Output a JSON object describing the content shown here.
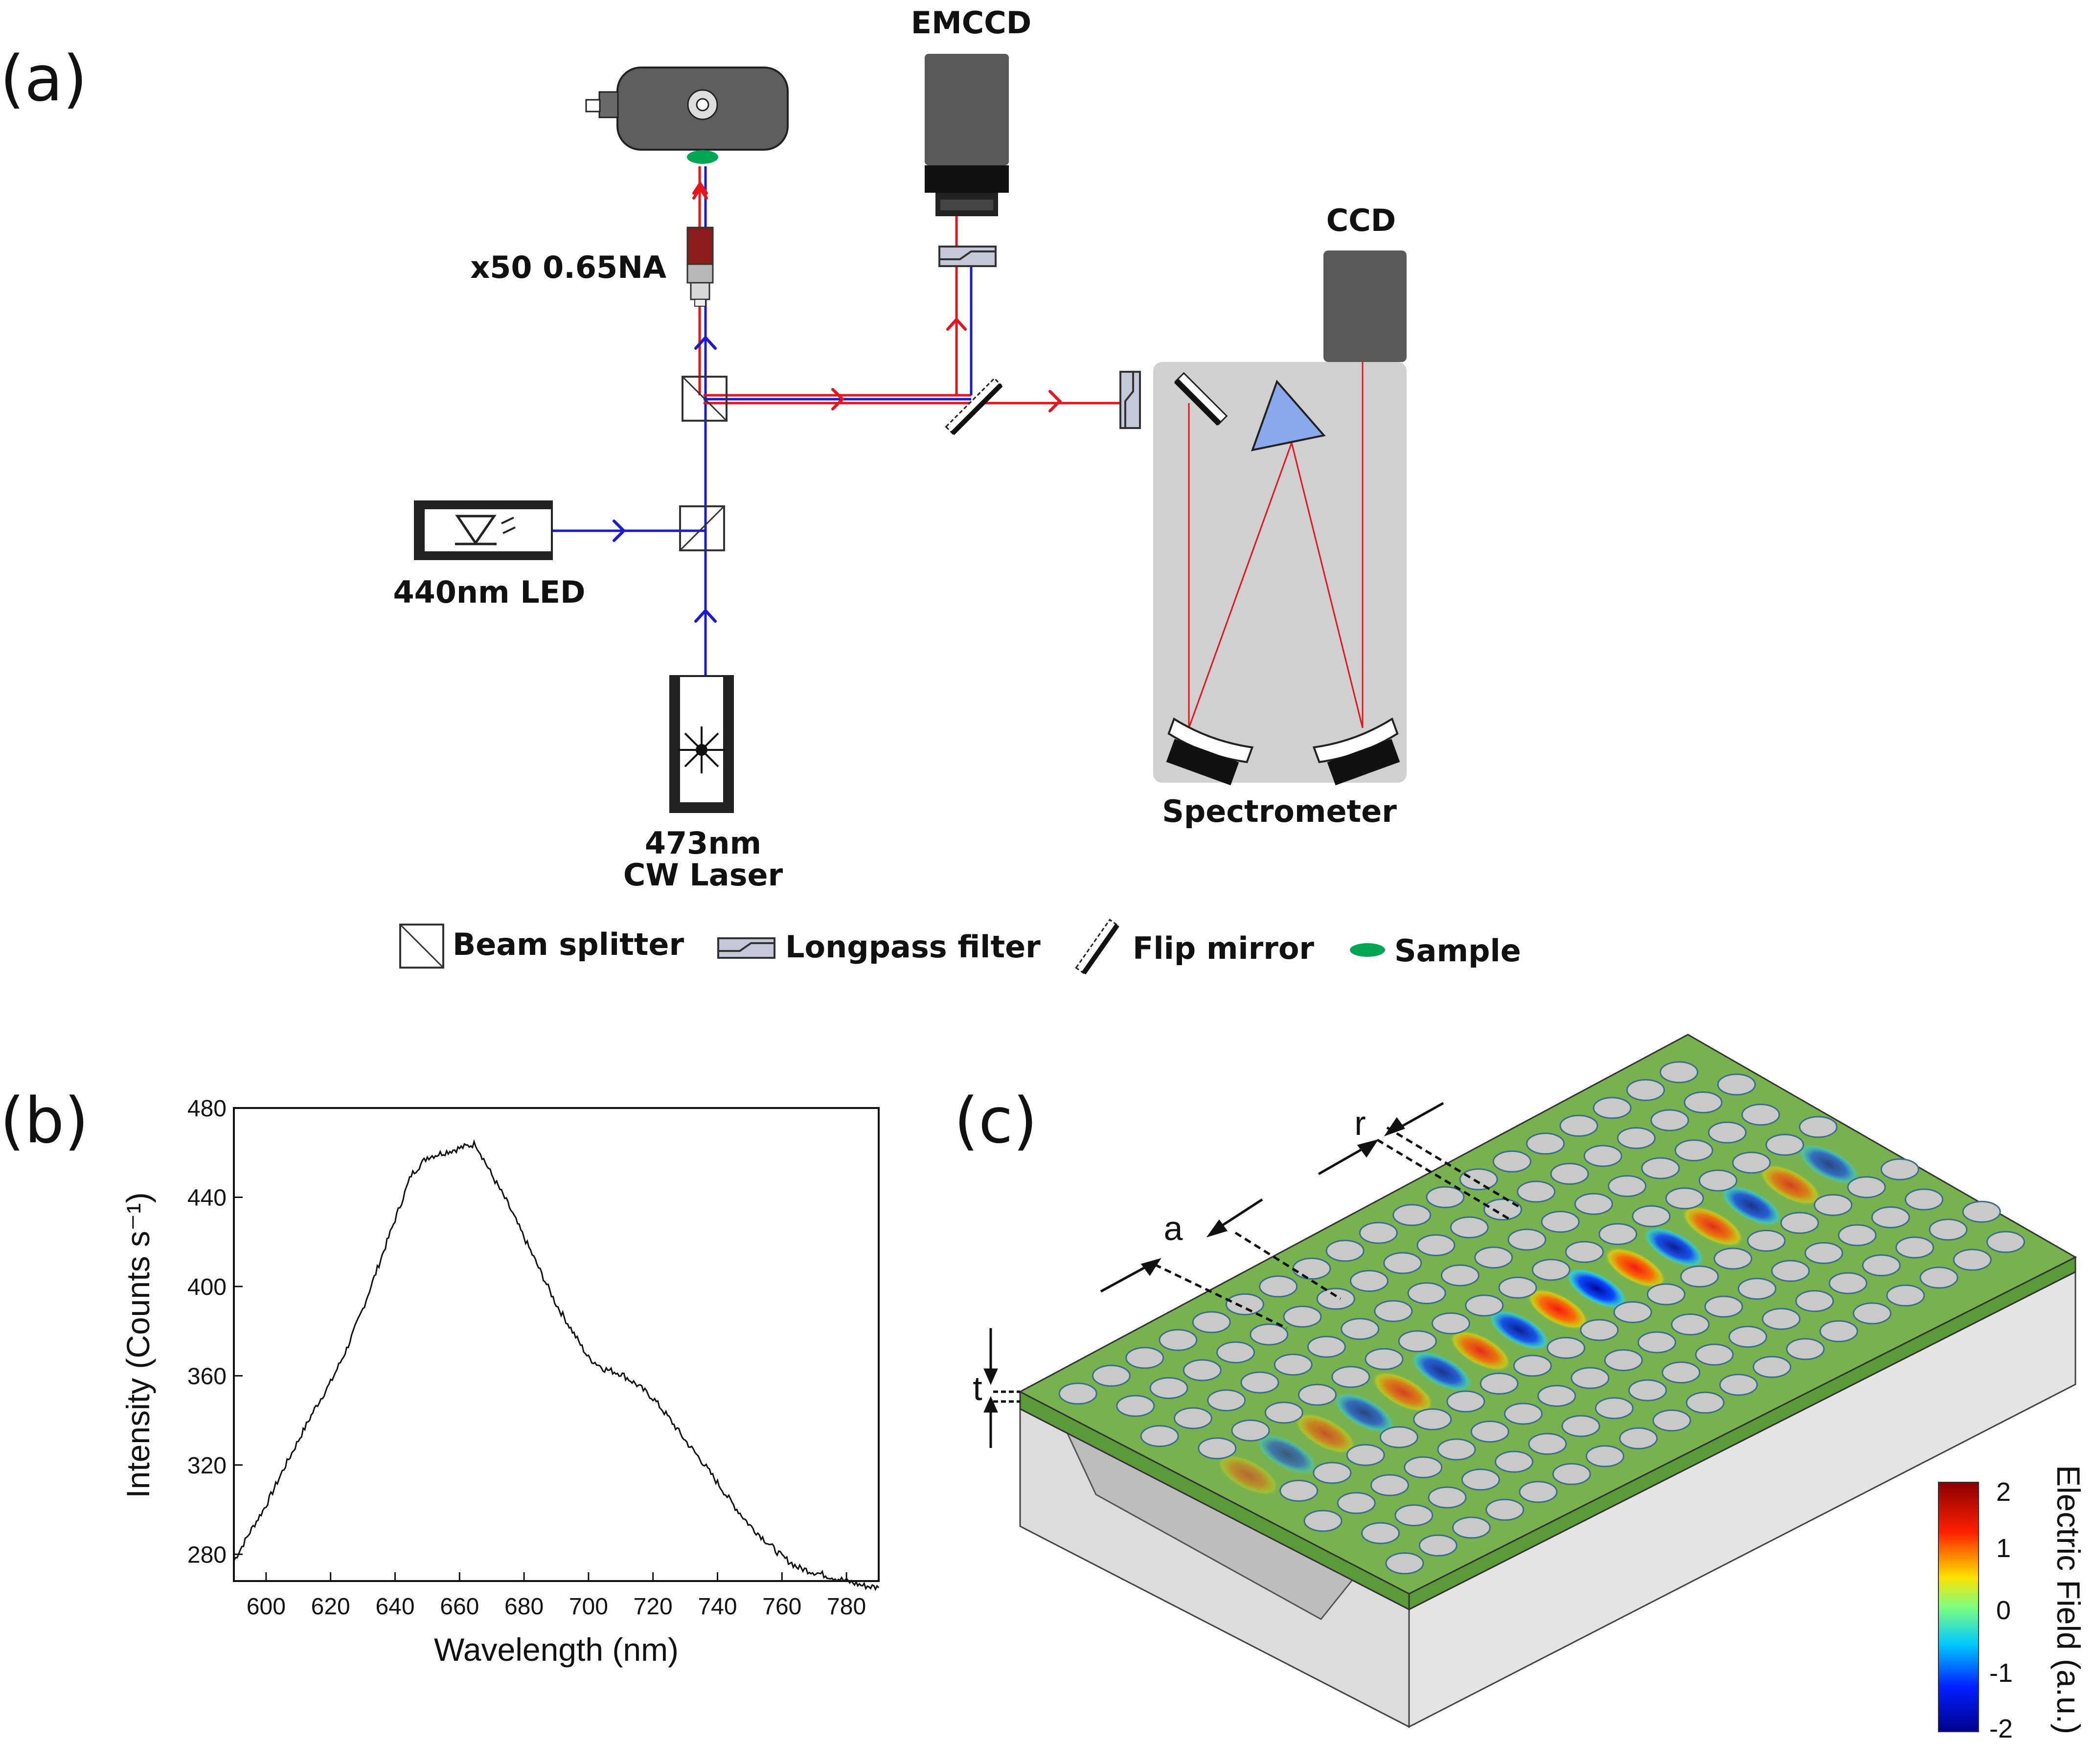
{
  "panel_a": {
    "letter": "(a)",
    "labels": {
      "emccd": "EMCCD",
      "objective": "x50 0.65NA",
      "ccd": "CCD",
      "led": "440nm LED",
      "laser_line1": "473nm",
      "laser_line2": "CW Laser",
      "spectrometer": "Spectrometer"
    },
    "legend": {
      "beam_splitter": "Beam splitter",
      "longpass_filter": "Longpass filter",
      "flip_mirror": "Flip mirror",
      "sample": "Sample"
    },
    "colors": {
      "red_beam": "#e8141c",
      "blue_beam": "#1a1ad4",
      "sample": "#00a651",
      "spectrometer_box": "#d0d0d0",
      "camera": "#595959",
      "prism": "#8aa8ee"
    }
  },
  "panel_b": {
    "letter": "(b)",
    "chart_data": {
      "type": "line",
      "xlabel": "Wavelength (nm)",
      "ylabel": "Intensity (Counts s⁻¹)",
      "xlim": [
        590,
        790
      ],
      "ylim": [
        268,
        480
      ],
      "xticks": [
        600,
        620,
        640,
        660,
        680,
        700,
        720,
        740,
        760,
        780
      ],
      "yticks": [
        280,
        320,
        360,
        400,
        440,
        480
      ],
      "series": [
        {
          "color": "#111111",
          "x": [
            590,
            595,
            600,
            605,
            610,
            615,
            620,
            625,
            630,
            635,
            640,
            645,
            650,
            655,
            660,
            665,
            670,
            675,
            680,
            685,
            690,
            695,
            700,
            705,
            710,
            715,
            720,
            725,
            730,
            735,
            740,
            745,
            750,
            755,
            760,
            765,
            770,
            775,
            780,
            785,
            790
          ],
          "y": [
            277,
            290,
            302,
            317,
            331,
            345,
            357,
            372,
            390,
            410,
            430,
            450,
            458,
            460,
            462,
            464,
            450,
            437,
            422,
            407,
            392,
            380,
            368,
            363,
            361,
            356,
            350,
            341,
            331,
            322,
            312,
            302,
            293,
            286,
            279,
            274,
            272,
            270,
            268,
            266,
            265
          ]
        }
      ]
    }
  },
  "panel_c": {
    "letter": "(c)",
    "labels": {
      "r": "r",
      "a": "a",
      "t": "t"
    },
    "colorbar": {
      "title": "Electric Field (a.u.)",
      "ticks": [
        "2",
        "1",
        "0",
        "-1",
        "-2"
      ],
      "stops": [
        "#8b0000",
        "#ff2000",
        "#ffe000",
        "#7fff7f",
        "#00c8ff",
        "#0020ff",
        "#00008b"
      ]
    },
    "colors": {
      "membrane": "#78b24e",
      "substrate": "#d9d9d9",
      "hole": "#c9c9c9",
      "field_pos": "#e8141c",
      "field_neg": "#1020c8"
    }
  }
}
